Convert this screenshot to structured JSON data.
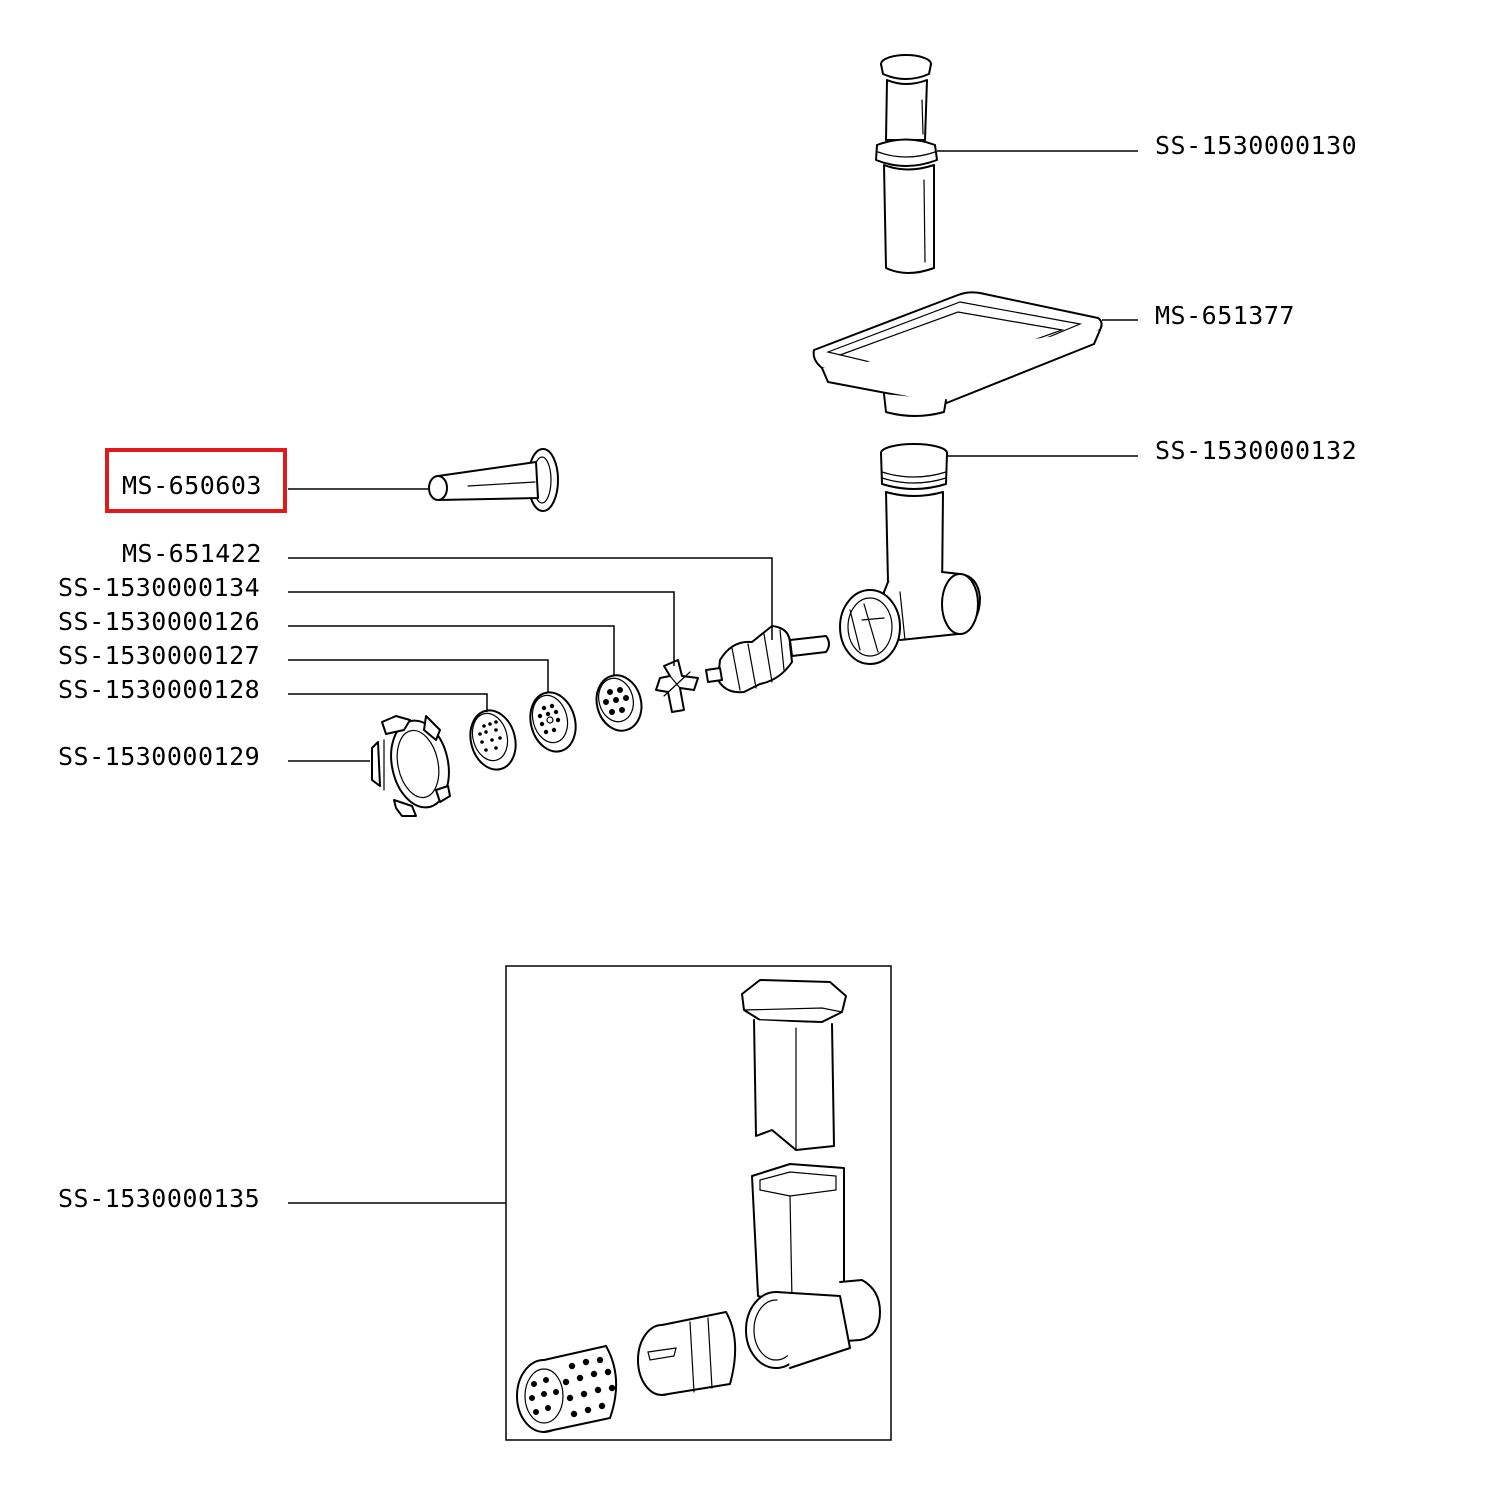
{
  "parts": {
    "ss_1530000130": "SS-1530000130",
    "ms_651377": "MS-651377",
    "ss_1530000132": "SS-1530000132",
    "ms_650603": "MS-650603",
    "ms_651422": "MS-651422",
    "ss_1530000134": "SS-1530000134",
    "ss_1530000126": "SS-1530000126",
    "ss_1530000127": "SS-1530000127",
    "ss_1530000128": "SS-1530000128",
    "ss_1530000129": "SS-1530000129",
    "ss_1530000135": "SS-1530000135"
  },
  "highlight": {
    "part": "MS-650603",
    "color": "#e0191b"
  },
  "colors": {
    "line": "#000000",
    "background": "#ffffff"
  }
}
